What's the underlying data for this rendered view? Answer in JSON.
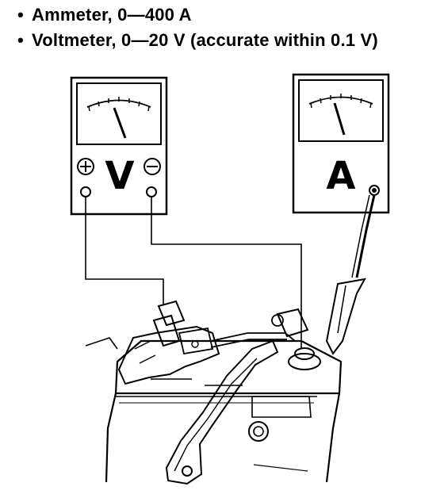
{
  "specs": [
    {
      "bullet": "•",
      "text": "Ammeter, 0—400 A"
    },
    {
      "bullet": "•",
      "text": "Voltmeter, 0—20 V (accurate within 0.1 V)"
    }
  ],
  "voltmeter": {
    "letter": "V",
    "plus": "+",
    "minus": "−"
  },
  "ammeter": {
    "letter": "A"
  }
}
